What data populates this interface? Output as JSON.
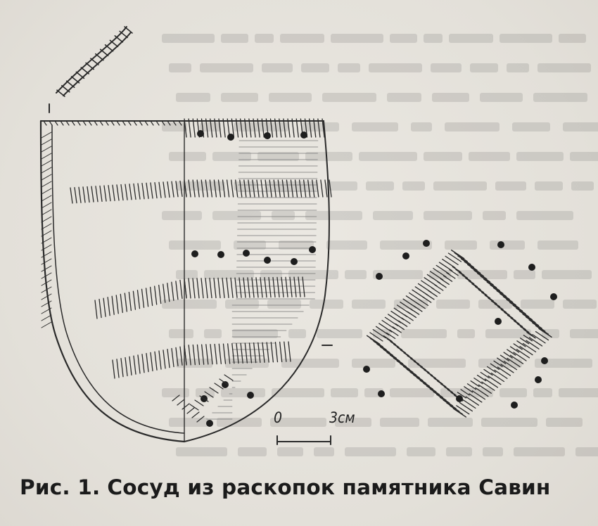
{
  "figure": {
    "scale_bar": {
      "start": "0",
      "end": "3см"
    },
    "caption": {
      "label": "Рис. 1.",
      "text": "Сосуд  из  раскопок  памятника  Савин"
    }
  }
}
